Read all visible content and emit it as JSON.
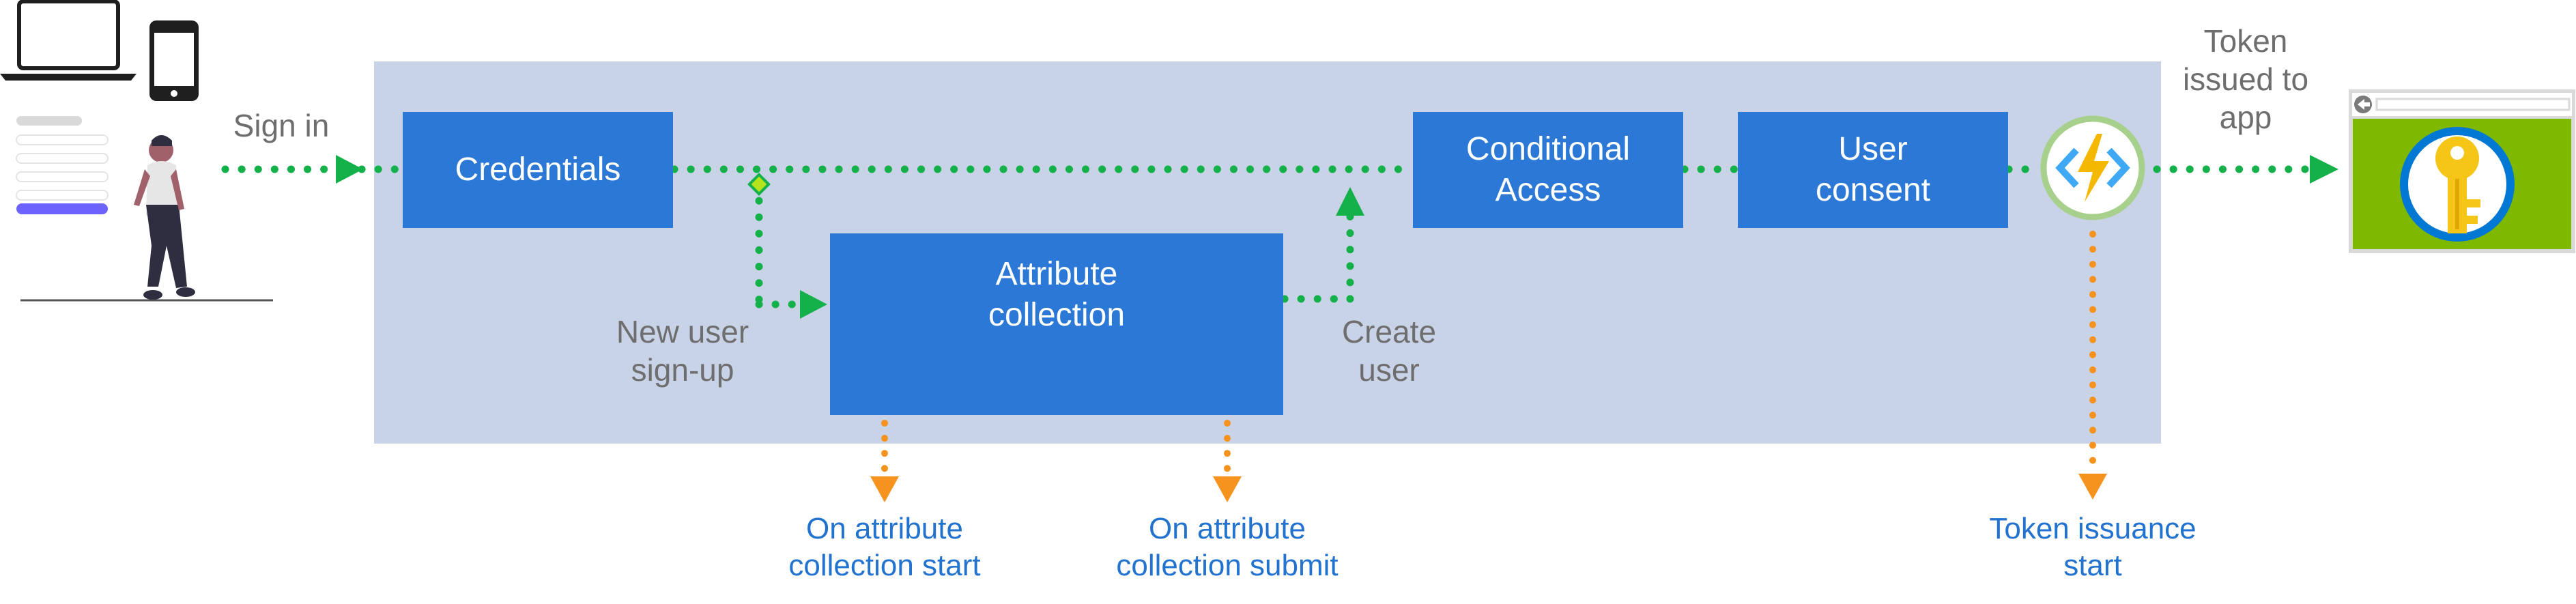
{
  "flow": {
    "sign_in": "Sign in",
    "token_issued": "Token\nissued to\napp",
    "new_user": "New user\nsign-up",
    "create_user": "Create\nuser"
  },
  "steps": {
    "credentials": "Credentials",
    "conditional_access": "Conditional\nAccess",
    "user_consent": "User\nconsent",
    "attribute_collection": "Attribute\ncollection"
  },
  "events": {
    "on_start": "On attribute\ncollection start",
    "on_submit": "On attribute\ncollection submit",
    "token_start": "Token issuance\nstart"
  },
  "icons": {
    "function": "azure-function-lightning-icon",
    "laptop": "laptop-icon",
    "phone": "phone-icon",
    "person": "person-walking-illustration",
    "app": "app-window-key-icon"
  },
  "colors": {
    "panel": "#c8d3e8",
    "step_box": "#2b78d6",
    "flow_arrow": "#14b04a",
    "event_arrow": "#f5931e",
    "event_text": "#2273cf",
    "flow_text": "#6e6e6e",
    "app_tile": "#7eb900",
    "key": "#f5c518"
  }
}
